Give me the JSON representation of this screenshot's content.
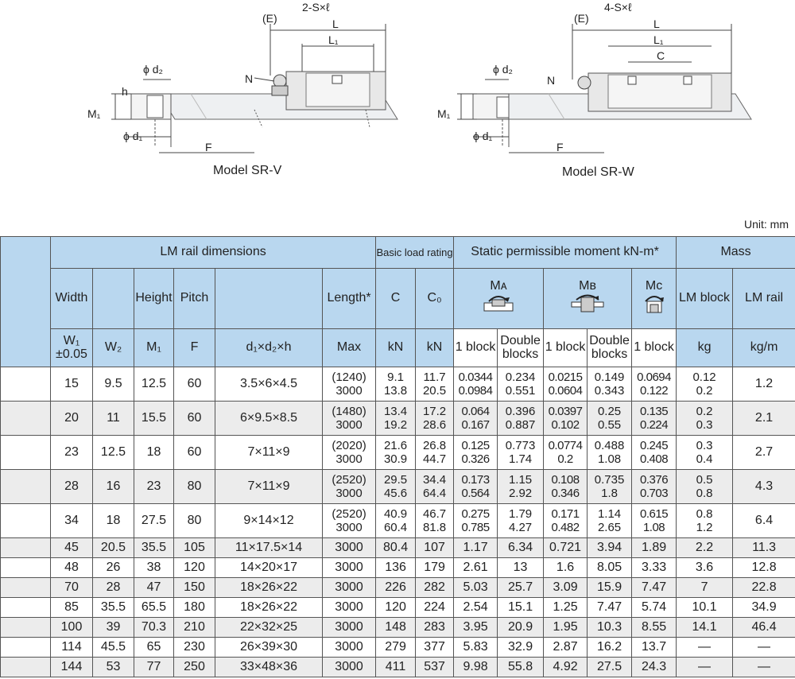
{
  "drawings": {
    "left": {
      "caption": "Model SR-V",
      "labels": {
        "e": "(E)",
        "s": "2-S×ℓ",
        "l": "L",
        "l1": "L₁",
        "d2": "ϕ d₂",
        "n": "N",
        "h": "h",
        "m1": "M₁",
        "d1": "ϕ d₁",
        "f": "F"
      }
    },
    "right": {
      "caption": "Model SR-W",
      "labels": {
        "e": "(E)",
        "s": "4-S×ℓ",
        "l": "L",
        "l1": "L₁",
        "c": "C",
        "d2": "ϕ d₂",
        "n": "N",
        "m1": "M₁",
        "d1": "ϕ d₁",
        "f": "F"
      }
    }
  },
  "unit": "Unit: mm",
  "headers": {
    "lm_rail": "LM rail dimensions",
    "basic_load": "Basic load rating",
    "static_moment": "Static permissible moment kN-m*",
    "mass": "Mass",
    "width": "Width",
    "height": "Height",
    "pitch": "Pitch",
    "length": "Length*",
    "c": "C",
    "c0": "C₀",
    "ma": "Mᴀ",
    "mb": "Mʙ",
    "mc": "Mᴄ",
    "lm_block": "LM block",
    "lm_rail_mass": "LM rail",
    "w1": "W₁",
    "w1_tol": "±0.05",
    "w2": "W₂",
    "m1": "M₁",
    "f": "F",
    "dxdxh": "d₁×d₂×h",
    "max": "Max",
    "kn": "kN",
    "kn0": "kN",
    "one_block": "1 block",
    "double_blocks": "Double blocks",
    "one_block_b": "1 block",
    "double_blocks_b": "Double blocks",
    "one_block_c": "1 block",
    "kg": "kg",
    "kgm": "kg/m"
  },
  "rows": [
    {
      "w1": "15",
      "w2": "9.5",
      "m1": "12.5",
      "f": "60",
      "d": "3.5×6×4.5",
      "len": [
        "(1240)",
        "3000"
      ],
      "c": [
        "9.1",
        "13.8"
      ],
      "c0": [
        "11.7",
        "20.5"
      ],
      "ma1": [
        "0.0344",
        "0.0984"
      ],
      "ma2": [
        "0.234",
        "0.551"
      ],
      "mb1": [
        "0.0215",
        "0.0604"
      ],
      "mb2": [
        "0.149",
        "0.343"
      ],
      "mc": [
        "0.0694",
        "0.122"
      ],
      "blk": [
        "0.12",
        "0.2"
      ],
      "rail": "1.2"
    },
    {
      "w1": "20",
      "w2": "11",
      "m1": "15.5",
      "f": "60",
      "d": "6×9.5×8.5",
      "len": [
        "(1480)",
        "3000"
      ],
      "c": [
        "13.4",
        "19.2"
      ],
      "c0": [
        "17.2",
        "28.6"
      ],
      "ma1": [
        "0.064",
        "0.167"
      ],
      "ma2": [
        "0.396",
        "0.887"
      ],
      "mb1": [
        "0.0397",
        "0.102"
      ],
      "mb2": [
        "0.25",
        "0.55"
      ],
      "mc": [
        "0.135",
        "0.224"
      ],
      "blk": [
        "0.2",
        "0.3"
      ],
      "rail": "2.1"
    },
    {
      "w1": "23",
      "w2": "12.5",
      "m1": "18",
      "f": "60",
      "d": "7×11×9",
      "len": [
        "(2020)",
        "3000"
      ],
      "c": [
        "21.6",
        "30.9"
      ],
      "c0": [
        "26.8",
        "44.7"
      ],
      "ma1": [
        "0.125",
        "0.326"
      ],
      "ma2": [
        "0.773",
        "1.74"
      ],
      "mb1": [
        "0.0774",
        "0.2"
      ],
      "mb2": [
        "0.488",
        "1.08"
      ],
      "mc": [
        "0.245",
        "0.408"
      ],
      "blk": [
        "0.3",
        "0.4"
      ],
      "rail": "2.7"
    },
    {
      "w1": "28",
      "w2": "16",
      "m1": "23",
      "f": "80",
      "d": "7×11×9",
      "len": [
        "(2520)",
        "3000"
      ],
      "c": [
        "29.5",
        "45.6"
      ],
      "c0": [
        "34.4",
        "64.4"
      ],
      "ma1": [
        "0.173",
        "0.564"
      ],
      "ma2": [
        "1.15",
        "2.92"
      ],
      "mb1": [
        "0.108",
        "0.346"
      ],
      "mb2": [
        "0.735",
        "1.8"
      ],
      "mc": [
        "0.376",
        "0.703"
      ],
      "blk": [
        "0.5",
        "0.8"
      ],
      "rail": "4.3"
    },
    {
      "w1": "34",
      "w2": "18",
      "m1": "27.5",
      "f": "80",
      "d": "9×14×12",
      "len": [
        "(2520)",
        "3000"
      ],
      "c": [
        "40.9",
        "60.4"
      ],
      "c0": [
        "46.7",
        "81.8"
      ],
      "ma1": [
        "0.275",
        "0.785"
      ],
      "ma2": [
        "1.79",
        "4.27"
      ],
      "mb1": [
        "0.171",
        "0.482"
      ],
      "mb2": [
        "1.14",
        "2.65"
      ],
      "mc": [
        "0.615",
        "1.08"
      ],
      "blk": [
        "0.8",
        "1.2"
      ],
      "rail": "6.4"
    }
  ],
  "rows_single": [
    {
      "w1": "45",
      "w2": "20.5",
      "m1": "35.5",
      "f": "105",
      "d": "11×17.5×14",
      "len": "3000",
      "c": "80.4",
      "c0": "107",
      "ma1": "1.17",
      "ma2": "6.34",
      "mb1": "0.721",
      "mb2": "3.94",
      "mc": "1.89",
      "blk": "2.2",
      "rail": "11.3"
    },
    {
      "w1": "48",
      "w2": "26",
      "m1": "38",
      "f": "120",
      "d": "14×20×17",
      "len": "3000",
      "c": "136",
      "c0": "179",
      "ma1": "2.61",
      "ma2": "13",
      "mb1": "1.6",
      "mb2": "8.05",
      "mc": "3.33",
      "blk": "3.6",
      "rail": "12.8"
    },
    {
      "w1": "70",
      "w2": "28",
      "m1": "47",
      "f": "150",
      "d": "18×26×22",
      "len": "3000",
      "c": "226",
      "c0": "282",
      "ma1": "5.03",
      "ma2": "25.7",
      "mb1": "3.09",
      "mb2": "15.9",
      "mc": "7.47",
      "blk": "7",
      "rail": "22.8"
    },
    {
      "w1": "85",
      "w2": "35.5",
      "m1": "65.5",
      "f": "180",
      "d": "18×26×22",
      "len": "3000",
      "c": "120",
      "c0": "224",
      "ma1": "2.54",
      "ma2": "15.1",
      "mb1": "1.25",
      "mb2": "7.47",
      "mc": "5.74",
      "blk": "10.1",
      "rail": "34.9"
    },
    {
      "w1": "100",
      "w2": "39",
      "m1": "70.3",
      "f": "210",
      "d": "22×32×25",
      "len": "3000",
      "c": "148",
      "c0": "283",
      "ma1": "3.95",
      "ma2": "20.9",
      "mb1": "1.95",
      "mb2": "10.3",
      "mc": "8.55",
      "blk": "14.1",
      "rail": "46.4"
    },
    {
      "w1": "114",
      "w2": "45.5",
      "m1": "65",
      "f": "230",
      "d": "26×39×30",
      "len": "3000",
      "c": "279",
      "c0": "377",
      "ma1": "5.83",
      "ma2": "32.9",
      "mb1": "2.87",
      "mb2": "16.2",
      "mc": "13.7",
      "blk": "—",
      "rail": "—"
    },
    {
      "w1": "144",
      "w2": "53",
      "m1": "77",
      "f": "250",
      "d": "33×48×36",
      "len": "3000",
      "c": "411",
      "c0": "537",
      "ma1": "9.98",
      "ma2": "55.8",
      "mb1": "4.92",
      "mb2": "27.5",
      "mc": "24.3",
      "blk": "—",
      "rail": "—"
    }
  ]
}
